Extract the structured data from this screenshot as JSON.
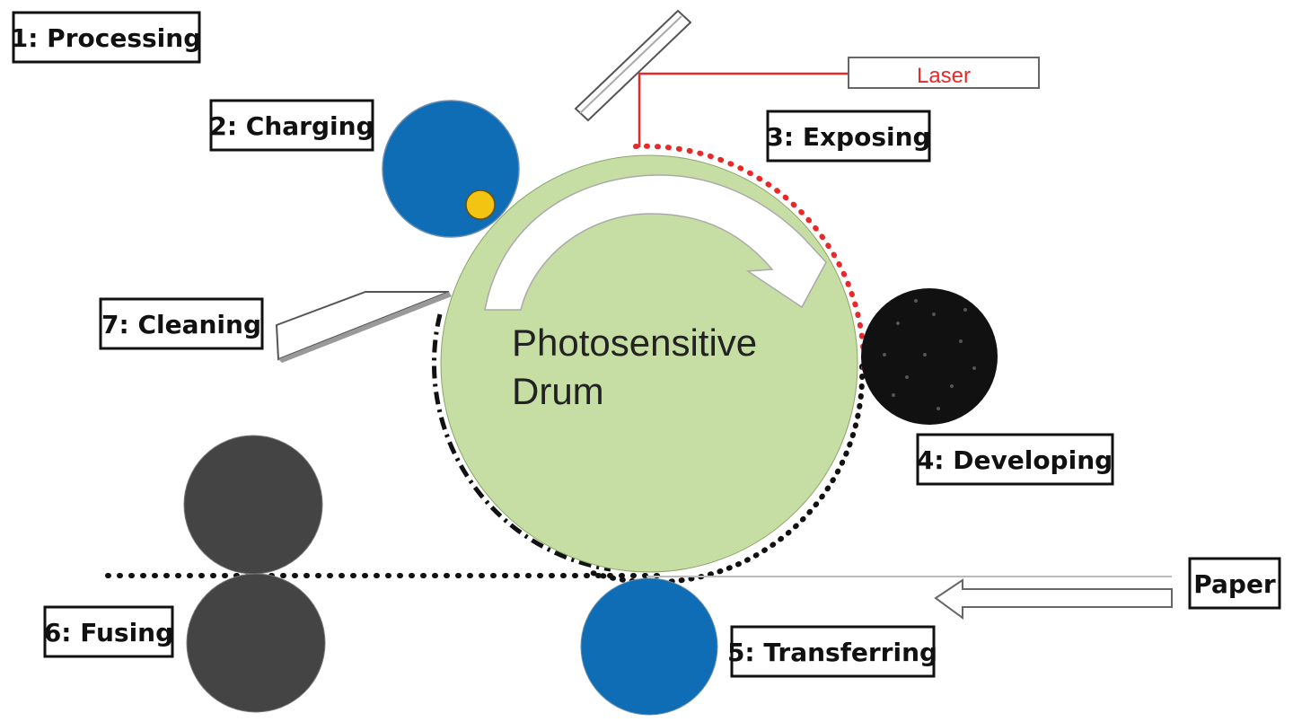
{
  "diagram": {
    "stages": {
      "processing": "1: Processing",
      "charging": "2: Charging",
      "exposing": "3: Exposing",
      "developing": "4: Developing",
      "transferring": "5: Transferring",
      "fusing": "6: Fusing",
      "cleaning": "7: Cleaning"
    },
    "laser_label": "Laser",
    "paper_label": "Paper",
    "drum_label_line1": "Photosensitive",
    "drum_label_line2": "Drum",
    "colors": {
      "drum": "#c6dea3",
      "charging_roller": "#0f6db5",
      "charge_dot": "#f3c512",
      "laser": "#e8292a",
      "toner": "#111111",
      "fuser": "#444444",
      "transfer_roller": "#0f6db5"
    }
  }
}
